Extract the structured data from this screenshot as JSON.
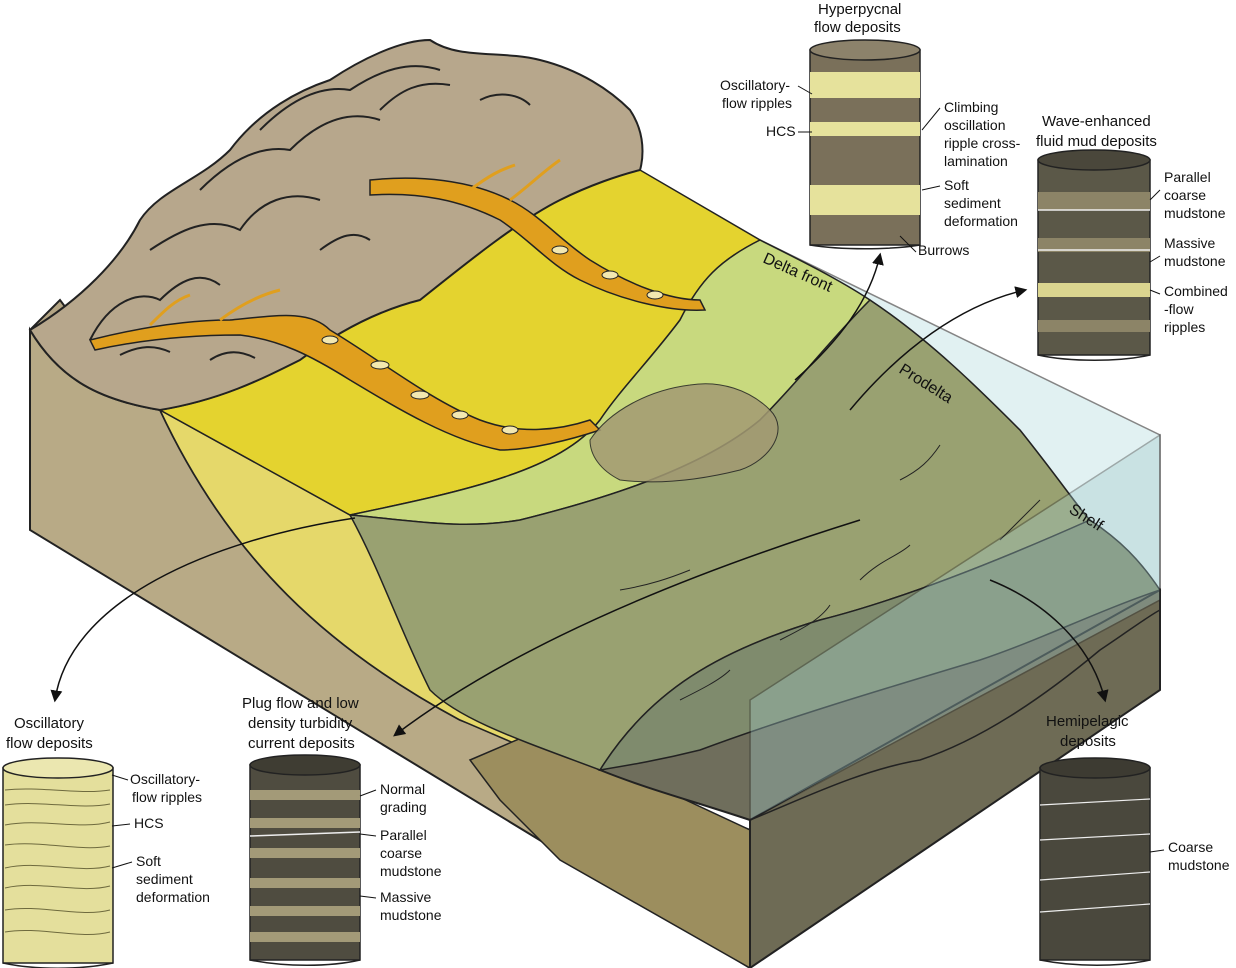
{
  "zones": {
    "delta_front": "Delta front",
    "prodelta": "Prodelta",
    "shelf": "Shelf"
  },
  "columns": {
    "hyperpycnal": {
      "title": [
        "Hyperpycnal",
        "flow deposits"
      ],
      "labels": {
        "osc_ripples": [
          "Oscillatory-",
          "flow ripples"
        ],
        "hcs": "HCS",
        "climbing": [
          "Climbing",
          "oscillation",
          "ripple cross-",
          "lamination"
        ],
        "soft_def": [
          "Soft",
          "sediment",
          "deformation"
        ],
        "burrows": "Burrows"
      }
    },
    "wave_enhanced": {
      "title": [
        "Wave-enhanced",
        "fluid mud deposits"
      ],
      "labels": {
        "parallel": [
          "Parallel",
          "coarse",
          "mudstone"
        ],
        "massive": [
          "Massive",
          "mudstone"
        ],
        "combined": [
          "Combined",
          "-flow",
          "ripples"
        ]
      }
    },
    "oscillatory": {
      "title": [
        "Oscillatory",
        "flow deposits"
      ],
      "labels": {
        "osc_ripples": [
          "Oscillatory-",
          "flow ripples"
        ],
        "hcs": "HCS",
        "soft_def": [
          "Soft",
          "sediment",
          "deformation"
        ]
      }
    },
    "plug_flow": {
      "title": [
        "Plug flow and low",
        "density turbidity",
        "current deposits"
      ],
      "labels": {
        "normal": [
          "Normal",
          "grading"
        ],
        "parallel": [
          "Parallel",
          "coarse",
          "mudstone"
        ],
        "massive": [
          "Massive",
          "mudstone"
        ]
      }
    },
    "hemipelagic": {
      "title": [
        "Hemipelagic",
        "deposits"
      ],
      "labels": {
        "coarse": [
          "Coarse",
          "mudstone"
        ]
      }
    }
  },
  "colors": {
    "mountain": "#b7a78c",
    "plain": "#e3d22e",
    "channel": "#e09f1e",
    "delta_front": "#c7d87a",
    "prodelta": "#98a071",
    "shelf": "#7e8a6c",
    "water": "#c9e6e8",
    "side_dark": "#6e6b55",
    "side_mid": "#a0955e"
  }
}
